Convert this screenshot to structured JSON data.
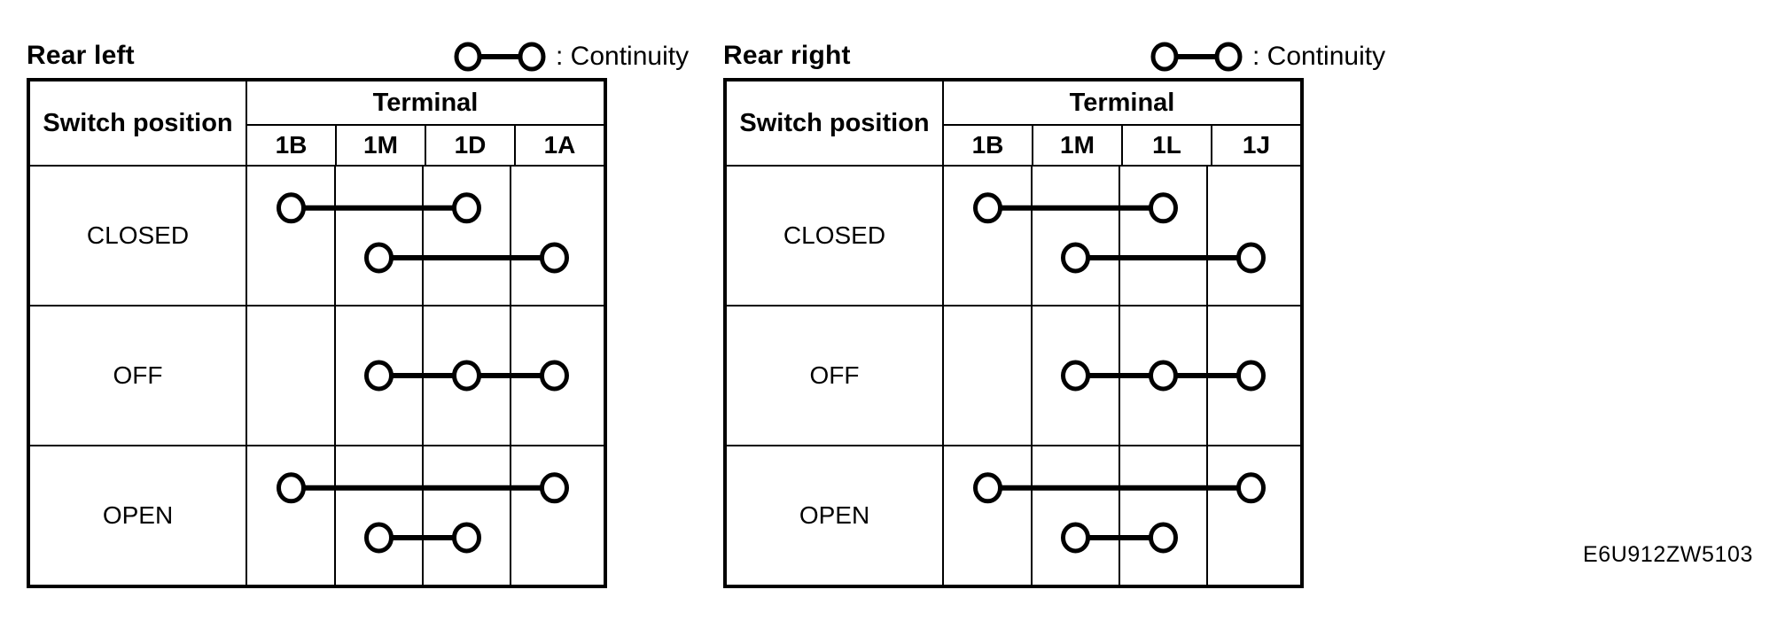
{
  "figure": {
    "code": "E6U912ZW5103",
    "terminal_header": "Terminal",
    "switch_header": "Switch position",
    "legend_label": ": Continuity",
    "legend_icon": "continuity-symbol"
  },
  "colors": {
    "ink": "#000000",
    "background": "#ffffff"
  },
  "tables": [
    {
      "id": "rear-left",
      "title": "Rear left",
      "terminals": [
        "1B",
        "1M",
        "1D",
        "1A"
      ],
      "rows": [
        {
          "position": "CLOSED",
          "connections": [
            {
              "from": "1B",
              "to": "1D",
              "lane": 0
            },
            {
              "from": "1M",
              "to": "1A",
              "lane": 1
            }
          ]
        },
        {
          "position": "OFF",
          "connections": [
            {
              "from": "1M",
              "to": "1A",
              "lane": 0,
              "via": [
                "1D"
              ]
            }
          ]
        },
        {
          "position": "OPEN",
          "connections": [
            {
              "from": "1B",
              "to": "1A",
              "lane": 0
            },
            {
              "from": "1M",
              "to": "1D",
              "lane": 1
            }
          ]
        }
      ]
    },
    {
      "id": "rear-right",
      "title": "Rear right",
      "terminals": [
        "1B",
        "1M",
        "1L",
        "1J"
      ],
      "rows": [
        {
          "position": "CLOSED",
          "connections": [
            {
              "from": "1B",
              "to": "1L",
              "lane": 0
            },
            {
              "from": "1M",
              "to": "1J",
              "lane": 1
            }
          ]
        },
        {
          "position": "OFF",
          "connections": [
            {
              "from": "1M",
              "to": "1J",
              "lane": 0,
              "via": [
                "1L"
              ]
            }
          ]
        },
        {
          "position": "OPEN",
          "connections": [
            {
              "from": "1B",
              "to": "1J",
              "lane": 0
            },
            {
              "from": "1M",
              "to": "1L",
              "lane": 1
            }
          ]
        }
      ]
    }
  ]
}
